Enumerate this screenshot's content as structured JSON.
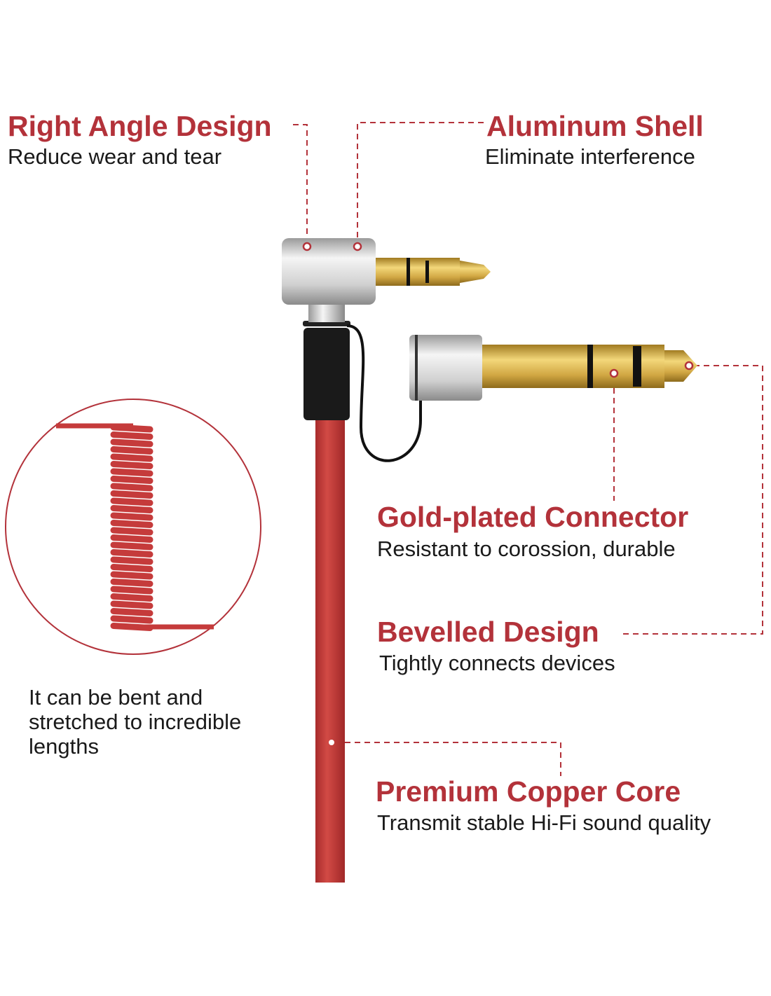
{
  "colors": {
    "accent": "#b3323a",
    "cable": "#c23a3a"
  },
  "features": [
    {
      "title": "Right Angle Design",
      "subtitle": "Reduce wear and tear"
    },
    {
      "title": "Aluminum Shell",
      "subtitle": "Eliminate interference"
    },
    {
      "title": "Gold-plated Connector",
      "subtitle": "Resistant to corossion, durable"
    },
    {
      "title": "Bevelled Design",
      "subtitle": "Tightly connects devices"
    },
    {
      "title": "Premium Copper Core",
      "subtitle": "Transmit stable Hi-Fi sound quality"
    }
  ],
  "coil_note": [
    "It can be bent and",
    "stretched to incredible",
    "lengths"
  ]
}
